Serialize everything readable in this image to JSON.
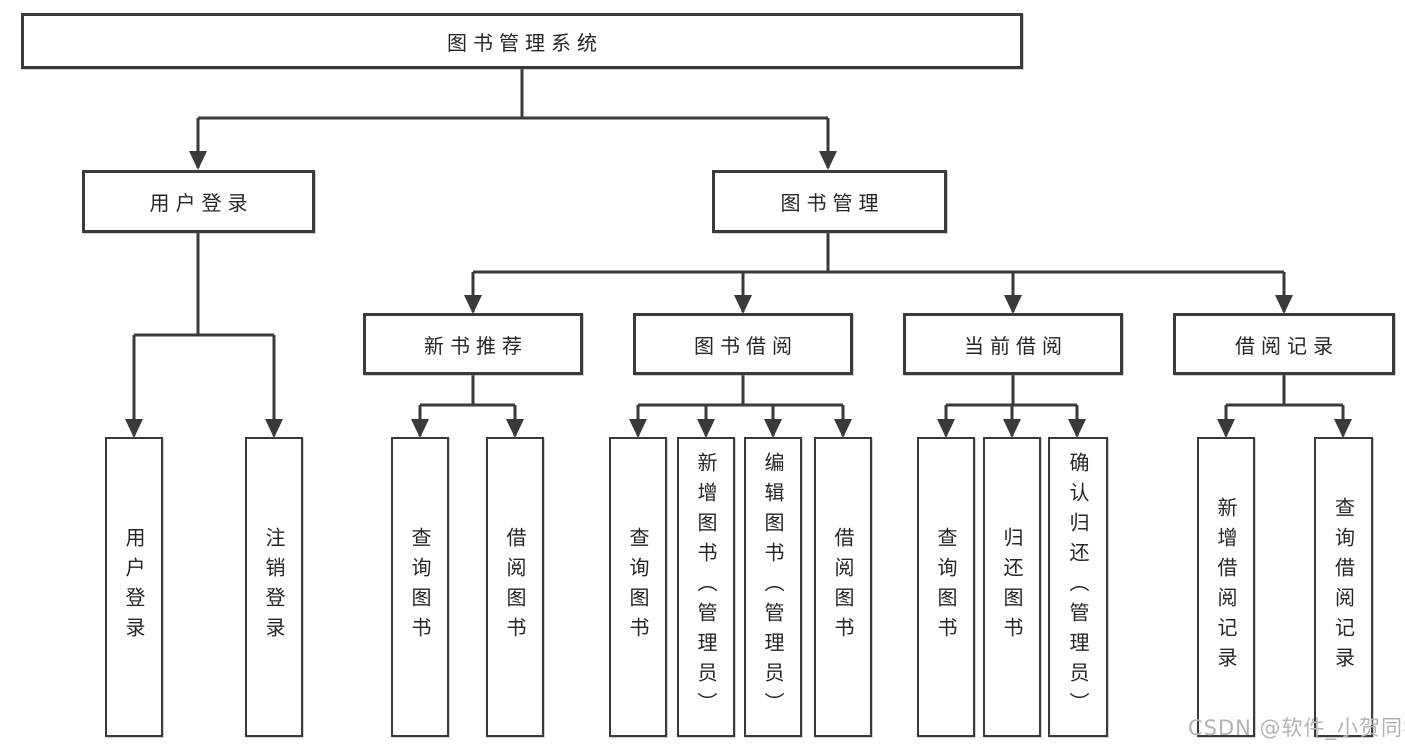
{
  "tree": {
    "label": "图书管理系统",
    "children": [
      {
        "label": "用户登录",
        "children": [
          {
            "label": "用户登录"
          },
          {
            "label": "注销登录"
          }
        ]
      },
      {
        "label": "图书管理",
        "children": [
          {
            "label": "新书推荐",
            "children": [
              {
                "label": "查询图书"
              },
              {
                "label": "借阅图书"
              }
            ]
          },
          {
            "label": "图书借阅",
            "children": [
              {
                "label": "查询图书"
              },
              {
                "label": "新增图书（管理员）"
              },
              {
                "label": "编辑图书（管理员）"
              },
              {
                "label": "借阅图书"
              }
            ]
          },
          {
            "label": "当前借阅",
            "children": [
              {
                "label": "查询图书"
              },
              {
                "label": "归还图书"
              },
              {
                "label": "确认归还（管理员）"
              }
            ]
          },
          {
            "label": "借阅记录",
            "children": [
              {
                "label": "新增借阅记录"
              },
              {
                "label": "查询借阅记录"
              }
            ]
          }
        ]
      }
    ]
  },
  "watermark": {
    "text": "CSDN @软件_小贺同学"
  },
  "colors": {
    "line": "#3a3a3a",
    "text": "#262626",
    "watermark": "#b3b3b3",
    "background": "#ffffff"
  }
}
